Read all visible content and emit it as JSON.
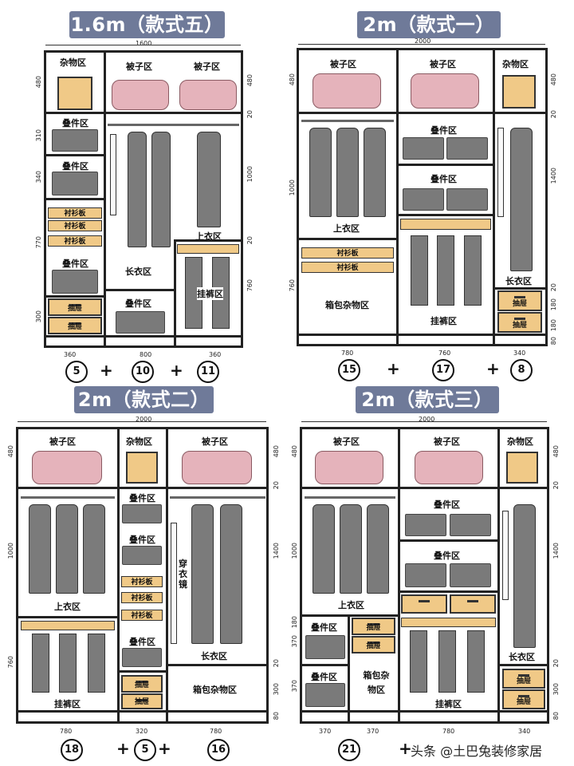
{
  "panels": [
    {
      "title": "1.6m（款式五）",
      "total_width": "1600",
      "left_dims": [
        "480",
        "310",
        "340",
        "770",
        "300"
      ],
      "right_dims": [
        "480",
        "20",
        "1000",
        "20",
        "760"
      ],
      "bottom_dims": [
        "360",
        "800",
        "360"
      ],
      "labels": {
        "zawu": "杂物区",
        "beizi1": "被子区",
        "beizi2": "被子区",
        "diejian1": "叠件区",
        "diejian2": "叠件区",
        "diejian3": "叠件区",
        "diejian4": "叠件区",
        "chenshan1": "衬衫板",
        "chenshan2": "衬衫板",
        "chenshan3": "衬衫板",
        "drawer1": "抽屉",
        "drawer2": "抽屉",
        "changyi": "长衣区",
        "shangyi": "上衣区",
        "guaku": "挂裤区"
      },
      "formula": [
        "5",
        "+",
        "10",
        "+",
        "11"
      ]
    },
    {
      "title": "2m（款式一）",
      "total_width": "2000",
      "left_dims": [
        "480",
        "1000",
        "760"
      ],
      "right_dims": [
        "480",
        "20",
        "1400",
        "20",
        "180",
        "180",
        "80"
      ],
      "bottom_dims": [
        "780",
        "760",
        "340"
      ],
      "labels": {
        "beizi1": "被子区",
        "beizi2": "被子区",
        "zawu": "杂物区",
        "diejian1": "叠件区",
        "diejian2": "叠件区",
        "shangyi": "上衣区",
        "chenshan1": "衬衫板",
        "chenshan2": "衬衫板",
        "xiangbao": "箱包杂物区",
        "guaku": "挂裤区",
        "changyi": "长衣区",
        "drawer1": "抽屉",
        "drawer2": "抽屉"
      },
      "formula": [
        "15",
        "+",
        "17",
        "+",
        "8"
      ]
    },
    {
      "title": "2m（款式二）",
      "total_width": "2000",
      "left_dims": [
        "480",
        "1000",
        "760"
      ],
      "right_dims": [
        "480",
        "20",
        "1400",
        "20",
        "300",
        "80"
      ],
      "bottom_dims": [
        "780",
        "320",
        "780"
      ],
      "labels": {
        "beizi1": "被子区",
        "zawu": "杂物区",
        "beizi2": "被子区",
        "diejian1": "叠件区",
        "diejian2": "叠件区",
        "diejian3": "叠件区",
        "chenshan1": "衬衫板",
        "chenshan2": "衬衫板",
        "chenshan3": "衬衫板",
        "drawer1": "抽屉",
        "drawer2": "抽屉",
        "mirror": "穿衣镜",
        "shangyi": "上衣区",
        "guaku": "挂裤区",
        "changyi": "长衣区",
        "xiangbao": "箱包杂物区"
      },
      "formula": [
        "18",
        "+",
        "5",
        "+",
        "16"
      ]
    },
    {
      "title": "2m（款式三）",
      "total_width": "2000",
      "left_dims": [
        "480",
        "1000",
        "180",
        "370",
        "370"
      ],
      "right_dims": [
        "480",
        "20",
        "1400",
        "20",
        "300",
        "80"
      ],
      "bottom_dims": [
        "370",
        "370",
        "780",
        "340"
      ],
      "labels": {
        "beizi1": "被子区",
        "beizi2": "被子区",
        "zawu": "杂物区",
        "diejian1": "叠件区",
        "diejian2": "叠件区",
        "diejian3": "叠件区",
        "diejian4": "叠件区",
        "shangyi": "上衣区",
        "drawer1": "抽屉",
        "drawer2": "抽屉",
        "xiangbao": "箱包杂物区",
        "guaku": "挂裤区",
        "changyi": "长衣区",
        "drawer3": "抽屉",
        "drawer4": "抽屉"
      },
      "formula": [
        "21",
        "+"
      ]
    }
  ],
  "watermark": "头条 @土巴兔装修家居"
}
